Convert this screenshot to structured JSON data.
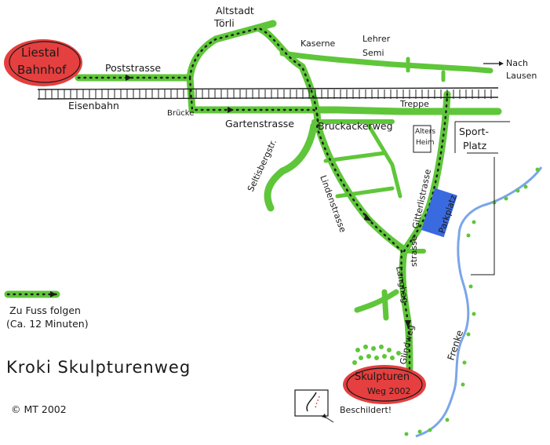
{
  "labels": {
    "liestal_bahnhof_line1": "Liestal",
    "liestal_bahnhof_line2": "Bahnhof",
    "poststrasse": "Poststrasse",
    "altstadt": "Altstadt",
    "toerli": "Törli",
    "kaserne": "Kaserne",
    "lehrer": "Lehrer",
    "semi": "Semi",
    "nach_lausen_line1": "Nach",
    "nach_lausen_line2": "Lausen",
    "eisenbahn": "Eisenbahn",
    "bruecke": "Brücke",
    "treppe": "Treppe",
    "gartenstrasse": "Gartenstrasse",
    "bruckackerweg": "Bruckackerweg",
    "altersheim_line1": "Alters",
    "altersheim_line2": "Heim",
    "sportplatz_line1": "Sport-",
    "sportplatz_line2": "Platz",
    "seltisbergstr": "Seltisbergstr.",
    "lindenstrasse": "Lindenstrasse",
    "gitterlistrasse": "Gitterlistrasse",
    "parkplatz": "Parkplatz",
    "langhag_line1": "Langhag",
    "langhag_line2": "strasse",
    "glindweg": "Glindweg",
    "frenke": "Frenke",
    "skulpturenweg_line1": "Skulpturen",
    "skulpturenweg_line2": "Weg 2002",
    "beschildert": "Beschildert!"
  },
  "legend": {
    "line1": "Zu Fuss folgen",
    "line2": "(Ca. 12 Minuten)"
  },
  "title": "Kroki Skulpturenweg",
  "copyright": "© MT 2002",
  "colors": {
    "road": "#5fc63a",
    "route_dots": "#1a1a1a",
    "start_marker": "#e22a2a",
    "destination_marker": "#e22a2a",
    "parking": "#3a6ae0",
    "river": "#7aa6e8",
    "railway": "#222222",
    "trees": "#5fc63a"
  }
}
